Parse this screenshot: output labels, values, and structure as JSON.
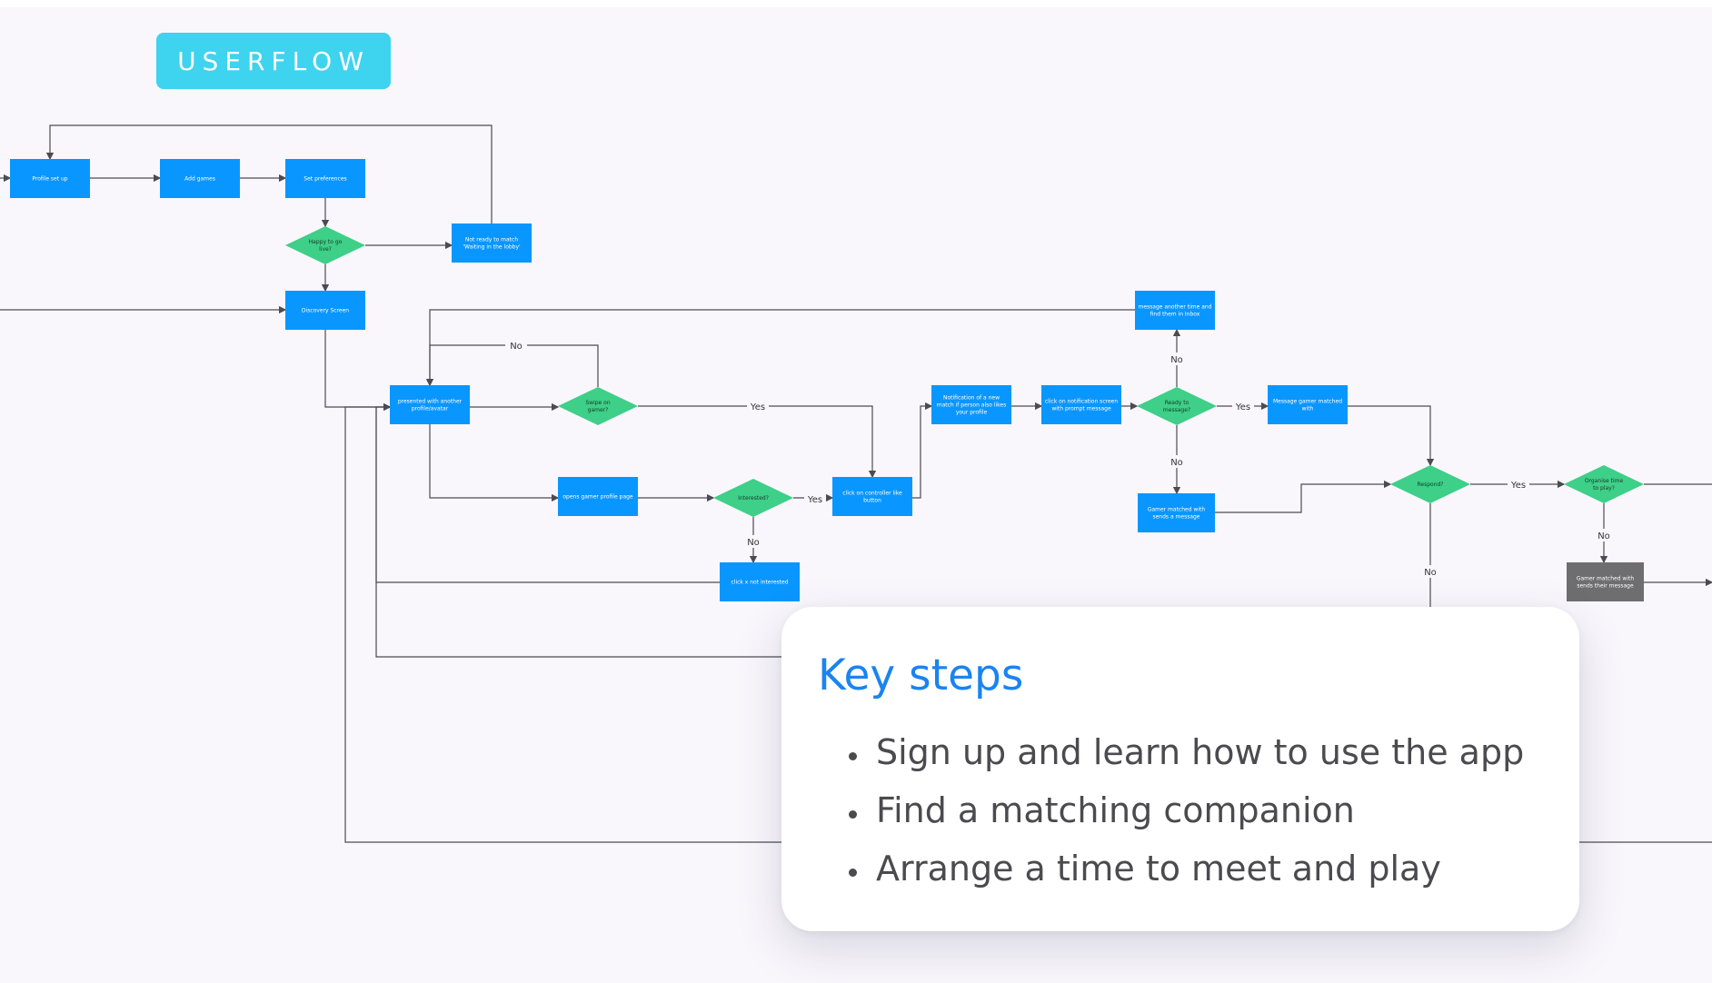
{
  "badge": {
    "label": "USERFLOW"
  },
  "diagram": {
    "nodes": [
      {
        "id": "profile",
        "text": [
          "Profile set up"
        ]
      },
      {
        "id": "addgames",
        "text": [
          "Add games"
        ]
      },
      {
        "id": "prefs",
        "text": [
          "Set preferences"
        ]
      },
      {
        "id": "notready",
        "text": [
          "Not ready to match",
          "'Waiting in the lobby'"
        ]
      },
      {
        "id": "discovery",
        "text": [
          "Discovery Screen"
        ]
      },
      {
        "id": "presented",
        "text": [
          "presented with another",
          "profile/avatar"
        ]
      },
      {
        "id": "opens",
        "text": [
          "opens gamer profile page"
        ]
      },
      {
        "id": "notint",
        "text": [
          "click x not interested"
        ]
      },
      {
        "id": "controller",
        "text": [
          "click on controller like",
          "button"
        ]
      },
      {
        "id": "notif",
        "text": [
          "Notification of a new",
          "match if person also likes",
          "your profile"
        ]
      },
      {
        "id": "clicknotif",
        "text": [
          "click on notification screen",
          "with prompt message"
        ]
      },
      {
        "id": "msgother",
        "text": [
          "message another time and",
          "find them in Inbox"
        ]
      },
      {
        "id": "msggamer",
        "text": [
          "Message gamer matched",
          "with"
        ]
      },
      {
        "id": "gamersends",
        "text": [
          "Gamer matched with",
          "sends a message"
        ]
      },
      {
        "id": "grey",
        "text": [
          "Gamer matched with",
          "sends their message"
        ]
      }
    ],
    "decisions": [
      {
        "id": "happy",
        "text": [
          "Happy to go",
          "live?"
        ]
      },
      {
        "id": "swipe",
        "text": [
          "Swipe on",
          "gamer?"
        ]
      },
      {
        "id": "interested",
        "text": [
          "Interested?"
        ]
      },
      {
        "id": "ready",
        "text": [
          "Ready to",
          "message?"
        ]
      },
      {
        "id": "respond",
        "text": [
          "Respond?"
        ]
      },
      {
        "id": "organise",
        "text": [
          "Organise time",
          "to play?"
        ]
      }
    ],
    "labels": {
      "no": "No",
      "yes": "Yes"
    }
  },
  "card": {
    "title": "Key steps",
    "items": [
      "Sign up and learn how to use the app",
      "Find a matching companion",
      "Arrange a time to meet and play"
    ]
  }
}
